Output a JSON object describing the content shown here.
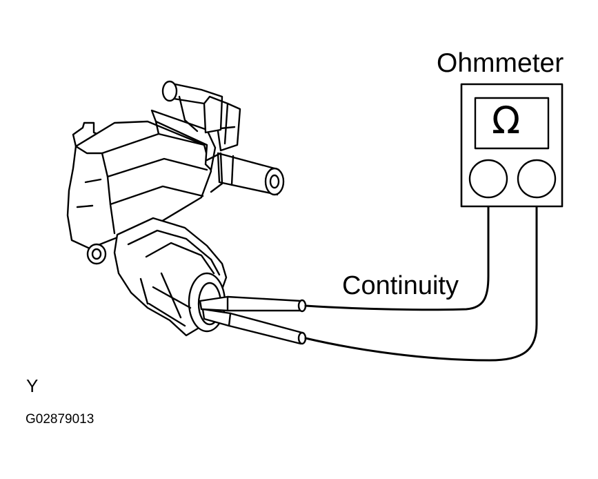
{
  "labels": {
    "ohmmeter": "Ohmmeter",
    "continuity": "Continuity",
    "view_letter": "Y",
    "figure_code": "G02879013"
  },
  "meter": {
    "display_symbol": "Ω"
  },
  "colors": {
    "line": "#000000",
    "background": "#ffffff"
  }
}
